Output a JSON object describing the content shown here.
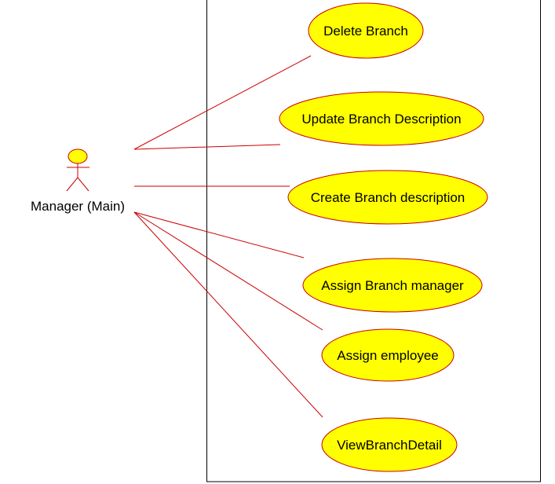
{
  "colors": {
    "use_case_fill": "#ffff00",
    "use_case_stroke": "#cc0000",
    "association_line": "#cc0000",
    "actor_fill": "#ffff00",
    "actor_stroke": "#cc0000",
    "boundary_stroke": "#000000"
  },
  "actor": {
    "name": "Manager (Main)"
  },
  "use_cases": [
    {
      "label": "Delete Branch"
    },
    {
      "label": "Update Branch Description"
    },
    {
      "label": "Create Branch description"
    },
    {
      "label": "Assign Branch manager"
    },
    {
      "label": "Assign employee"
    },
    {
      "label": "ViewBranchDetail"
    }
  ]
}
